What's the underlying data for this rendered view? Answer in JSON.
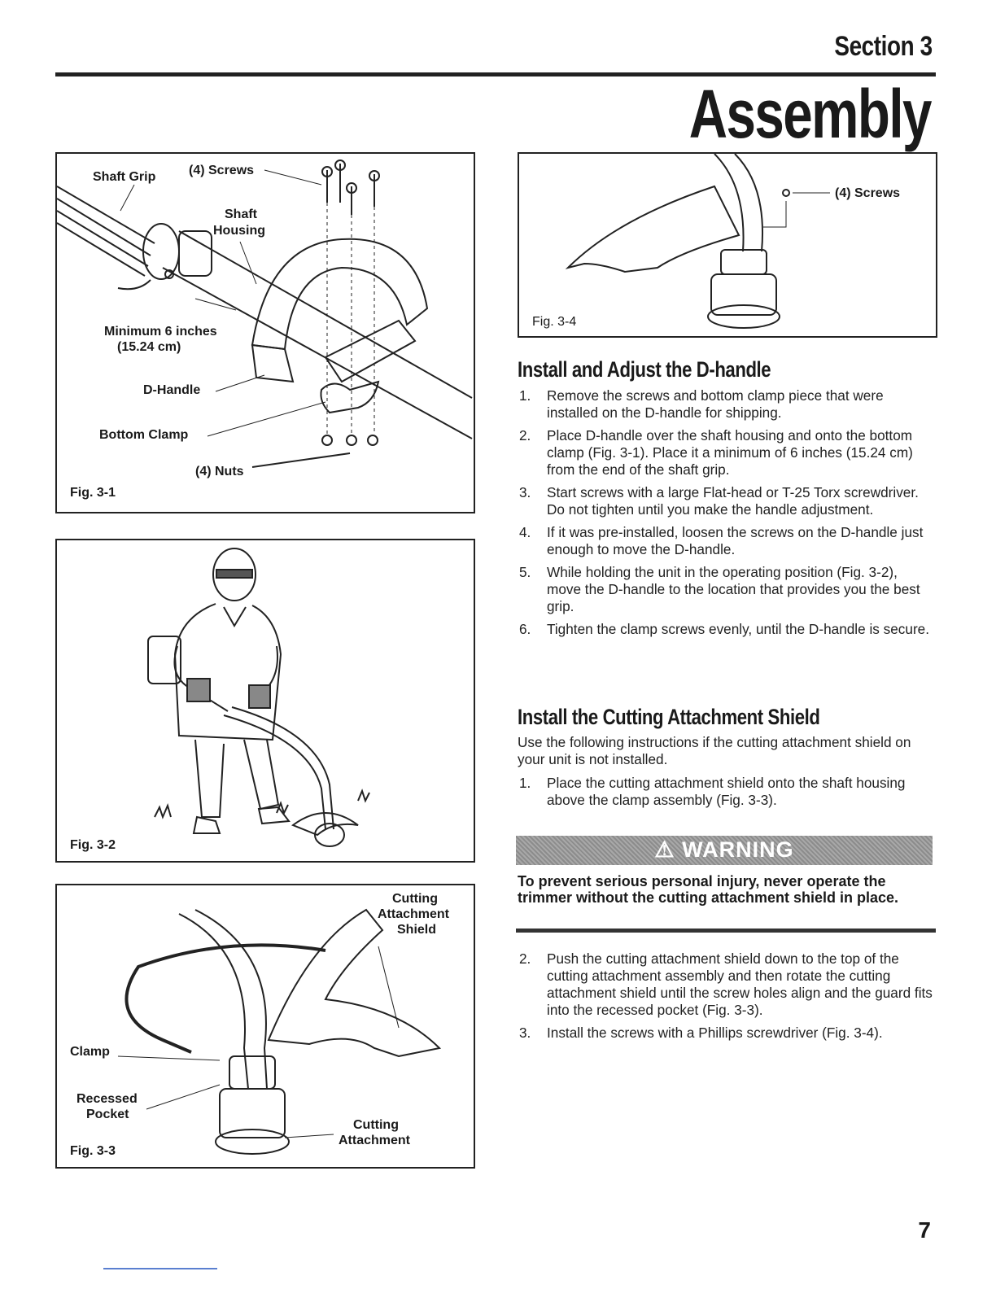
{
  "header": {
    "section": "Section 3",
    "title": "Assembly"
  },
  "fig1": {
    "label": "Fig. 3-1",
    "callouts": {
      "shaft_grip": "Shaft Grip",
      "screws": "(4) Screws",
      "shaft_housing_1": "Shaft",
      "shaft_housing_2": "Housing",
      "minimum_1": "Minimum 6 inches",
      "minimum_2": "(15.24 cm)",
      "d_handle": "D-Handle",
      "bottom_clamp": "Bottom Clamp",
      "nuts": "(4) Nuts"
    }
  },
  "fig2": {
    "label": "Fig. 3-2"
  },
  "fig3": {
    "label": "Fig. 3-3",
    "callouts": {
      "shield_1": "Cutting",
      "shield_2": "Attachment",
      "shield_3": "Shield",
      "clamp": "Clamp",
      "recessed_1": "Recessed",
      "recessed_2": "Pocket",
      "attachment_1": "Cutting",
      "attachment_2": "Attachment"
    }
  },
  "fig4": {
    "label": "Fig. 3-4",
    "callouts": {
      "screws": "(4) Screws"
    }
  },
  "section1": {
    "heading": "Install and Adjust the D-handle",
    "steps": [
      {
        "num": "1.",
        "text": "Remove the screws and bottom clamp piece that were installed on the D-handle for shipping."
      },
      {
        "num": "2.",
        "text": "Place D-handle over the shaft housing and onto the bottom clamp (Fig. 3-1). Place it a minimum of 6 inches (15.24 cm) from the end of the shaft grip."
      },
      {
        "num": "3.",
        "text": "Start screws with a large Flat-head or T-25 Torx screwdriver. Do not tighten until you make the handle adjustment."
      },
      {
        "num": "4.",
        "text": "If it was pre-installed, loosen the screws on the D-handle just enough to move the D-handle."
      },
      {
        "num": "5.",
        "text": "While holding the unit in the operating position (Fig. 3-2), move the D-handle to the location that provides you the best grip."
      },
      {
        "num": "6.",
        "text": "Tighten the clamp screws evenly, until the D-handle is secure."
      }
    ]
  },
  "section2": {
    "heading": "Install the Cutting Attachment Shield",
    "intro": "Use the following instructions if the cutting attachment shield on your unit is not installed.",
    "step1": {
      "num": "1.",
      "text": "Place the cutting attachment shield onto the shaft housing above the clamp assembly (Fig. 3-3)."
    },
    "warning_label": "WARNING",
    "warning_text": "To prevent serious personal injury, never operate the trimmer without the cutting attachment shield in place.",
    "steps_after": [
      {
        "num": "2.",
        "text": "Push the cutting attachment shield down to the top of the cutting attachment assembly and then rotate the cutting attachment shield until the screw holes align and the guard fits into the recessed pocket (Fig. 3-3)."
      },
      {
        "num": "3.",
        "text": "Install the screws with a Phillips screwdriver (Fig. 3-4)."
      }
    ]
  },
  "page_number": "7"
}
